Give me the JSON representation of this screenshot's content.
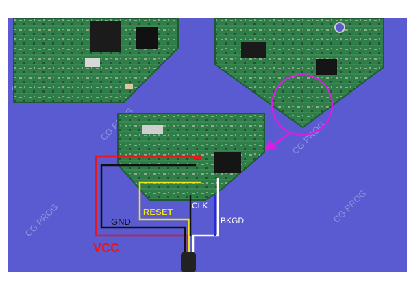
{
  "colors": {
    "background": "#5b5bd1",
    "pcb_green": "#2f7d48",
    "pcb_dark": "#1d5a33",
    "wire_red": "#e8151b",
    "wire_black": "#111111",
    "wire_yellow": "#f2e21a",
    "wire_white": "#ffffff",
    "wire_blue": "#2a2ad8",
    "highlight_circle": "#d61fe0",
    "arrow": "#d61fe0"
  },
  "labels": {
    "vcc": "VCC",
    "gnd": "GND",
    "reset": "RESET",
    "clk": "CLK",
    "bkgd": "BKGD"
  },
  "watermark": {
    "text": "CG PROG"
  },
  "icons": {
    "connector": "cable-connector-icon",
    "arrow": "pointer-arrow-icon"
  }
}
